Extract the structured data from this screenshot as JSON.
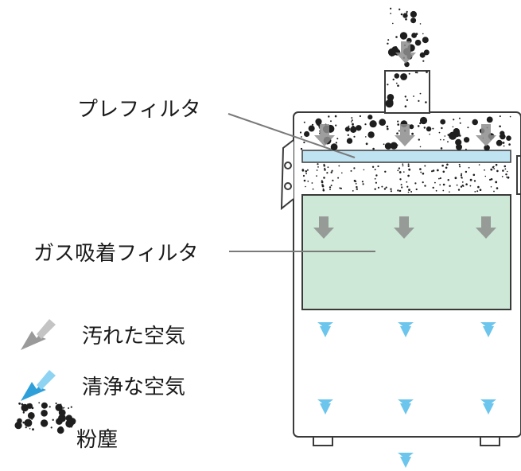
{
  "labels": {
    "prefilter": "プレフィルタ",
    "gas_filter": "ガス吸着フィルタ"
  },
  "legend": [
    {
      "icon": "dirty-air-arrow-icon",
      "label": "汚れた空気"
    },
    {
      "icon": "clean-air-arrow-icon",
      "label": "清浄な空気"
    },
    {
      "icon": "dust-particles-icon",
      "label": "粉塵"
    }
  ],
  "colors": {
    "outline": "#3a3a3a",
    "prefilter": "#bfe3f1",
    "gas_filter": "#cde8d6",
    "dirty_arrow": "#8e8e8e",
    "clean_arrow": "#6cc5ec",
    "particle": "#1e1e1e"
  }
}
